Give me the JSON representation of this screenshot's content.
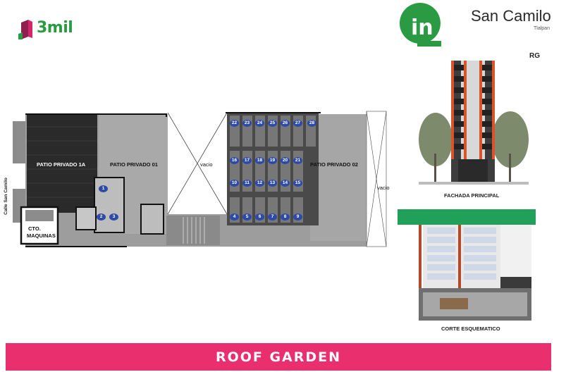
{
  "header": {
    "logo_left_text": "3mil",
    "logo_in_text": "in",
    "brand_name": "San Camilo",
    "brand_sub": "Tlalpan",
    "level_code": "RG"
  },
  "plan": {
    "street_label": "Calle San Camilo",
    "zones": {
      "patio_1a": "PATIO PRIVADO 1A",
      "patio_01": "PATIO PRIVADO 01",
      "patio_02": "PATIO PRIVADO 02",
      "void_1": "vacio",
      "void_2": "vacio",
      "machine_room_line1": "CTO.",
      "machine_room_line2": "MAQUINAS"
    },
    "storage_numbers": {
      "row_top": [
        "22",
        "23",
        "24",
        "25",
        "26",
        "27",
        "28"
      ],
      "row_mid1": [
        "16",
        "17",
        "18",
        "19",
        "20",
        "21"
      ],
      "row_mid2": [
        "10",
        "11",
        "12",
        "13",
        "14",
        "15"
      ],
      "row_bottom": [
        "4",
        "5",
        "6",
        "7",
        "8",
        "9"
      ],
      "left_group": [
        "1",
        "2",
        "3"
      ]
    }
  },
  "elevations": {
    "facade_caption": "FACHADA PRINCIPAL",
    "section_caption": "CORTE ESQUEMATICO"
  },
  "footer": {
    "title": "ROOF GARDEN"
  },
  "colors": {
    "brand_green": "#2a9a43",
    "footer_pink": "#ea2f6e",
    "marker_blue": "#2e4aa8",
    "facade_orange": "#d9532b"
  }
}
